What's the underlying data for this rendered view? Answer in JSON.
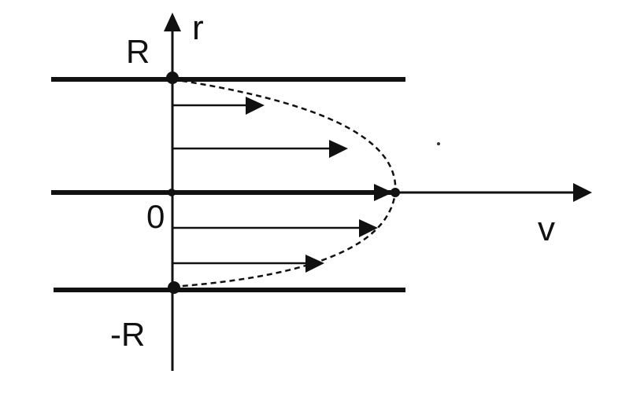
{
  "diagram": {
    "labels": {
      "r_axis": "r",
      "v_axis": "v",
      "top_wall": "R",
      "center": "0",
      "bottom_wall": "-R"
    },
    "colors": {
      "ink": "#111111",
      "background": "#ffffff"
    },
    "profile": {
      "shape": "parabolic",
      "curve_style": "dashed",
      "velocity_arrows": 5
    }
  }
}
